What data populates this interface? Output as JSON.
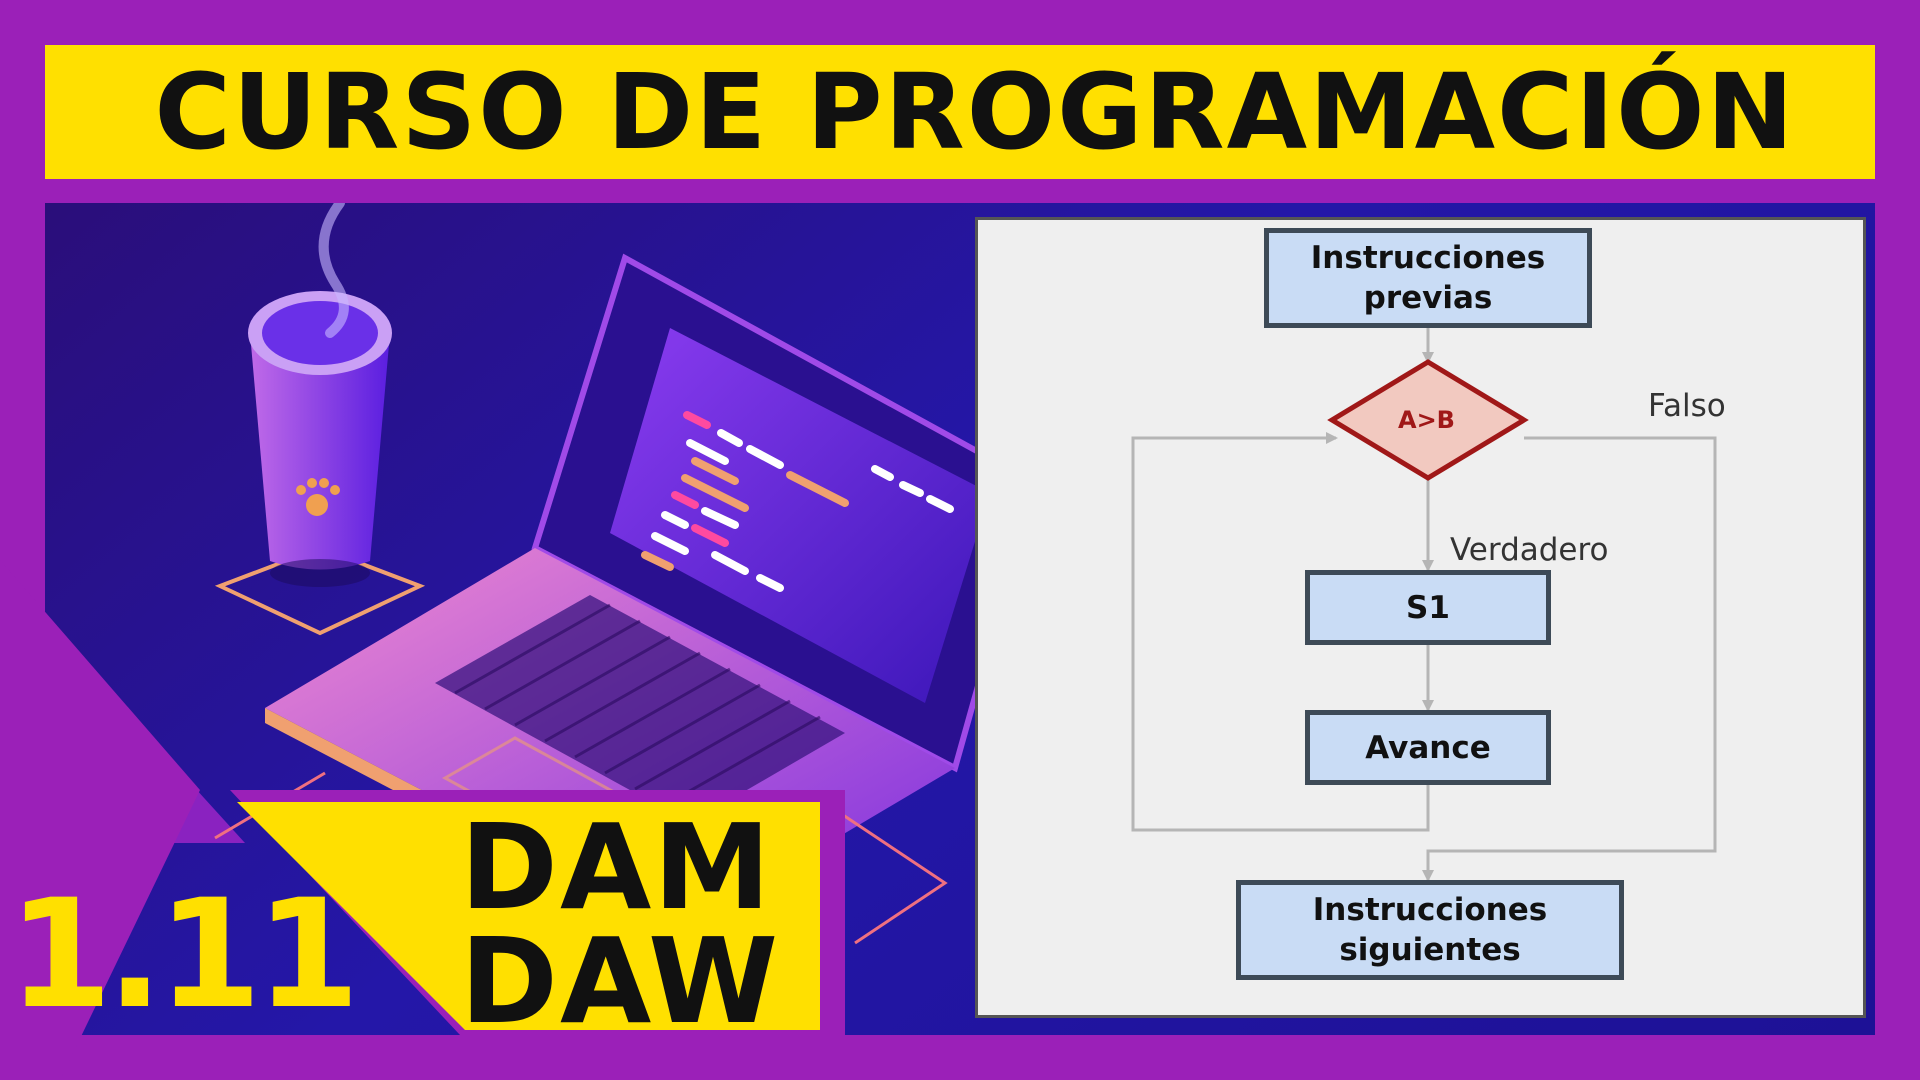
{
  "header": {
    "title": "CURSO DE PROGRAMACIÓN"
  },
  "diagram": {
    "nodes": {
      "previous": "Instrucciones previas",
      "condition": "A>B",
      "s1": "S1",
      "advance": "Avance",
      "next": "Instrucciones siguientes"
    },
    "edges": {
      "true_label": "Verdadero",
      "false_label": "Falso"
    }
  },
  "badge": {
    "line1": "DAM",
    "line2": "DAW",
    "episode": "1.11"
  },
  "colors": {
    "background": "#9b20b8",
    "accent_yellow": "#ffe000",
    "box_fill": "#c9dcf5",
    "diamond_fill": "#f2c9c0",
    "diamond_stroke": "#a01818"
  },
  "illustration": {
    "cup_icon": "paw-print-icon",
    "laptop_icon": "laptop-icon",
    "steam_icon": "steam-icon"
  }
}
